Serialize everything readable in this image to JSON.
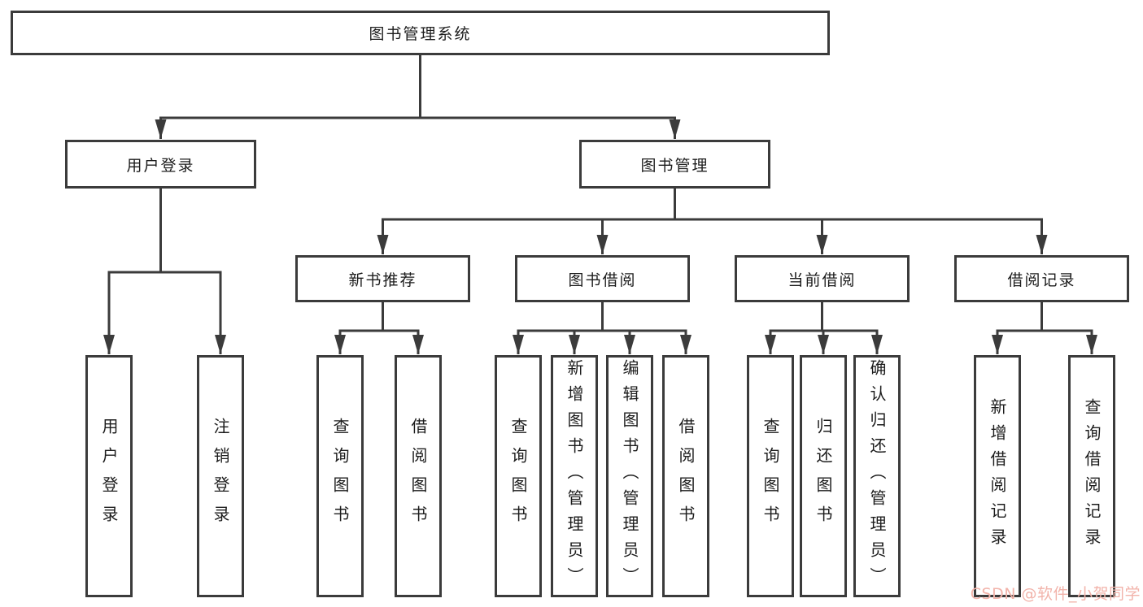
{
  "diagram": {
    "title": "图书管理系统",
    "root": {
      "label": "图书管理系统"
    },
    "level2": [
      {
        "label": "用户登录"
      },
      {
        "label": "图书管理"
      }
    ],
    "level3": [
      {
        "label": "新书推荐",
        "parent": "图书管理"
      },
      {
        "label": "图书借阅",
        "parent": "图书管理"
      },
      {
        "label": "当前借阅",
        "parent": "图书管理"
      },
      {
        "label": "借阅记录",
        "parent": "图书管理"
      }
    ],
    "leaves": [
      {
        "label": "用户登录",
        "parent": "用户登录"
      },
      {
        "label": "注销登录",
        "parent": "用户登录"
      },
      {
        "label": "查询图书",
        "parent": "新书推荐"
      },
      {
        "label": "借阅图书",
        "parent": "新书推荐"
      },
      {
        "label": "查询图书",
        "parent": "图书借阅"
      },
      {
        "label": "新增图书（管理员）",
        "parent": "图书借阅"
      },
      {
        "label": "编辑图书（管理员）",
        "parent": "图书借阅"
      },
      {
        "label": "借阅图书",
        "parent": "图书借阅"
      },
      {
        "label": "查询图书",
        "parent": "当前借阅"
      },
      {
        "label": "归还图书",
        "parent": "当前借阅"
      },
      {
        "label": "确认归还（管理员）",
        "parent": "当前借阅"
      },
      {
        "label": "新增借阅记录",
        "parent": "借阅记录"
      },
      {
        "label": "查询借阅记录",
        "parent": "借阅记录"
      }
    ]
  },
  "watermark": {
    "text": "CSDN @软件_小贺同学"
  },
  "colors": {
    "line": "#3b3b3b",
    "text": "#1c1c1c",
    "background": "#ffffff",
    "watermark": "#f2b3aa"
  }
}
